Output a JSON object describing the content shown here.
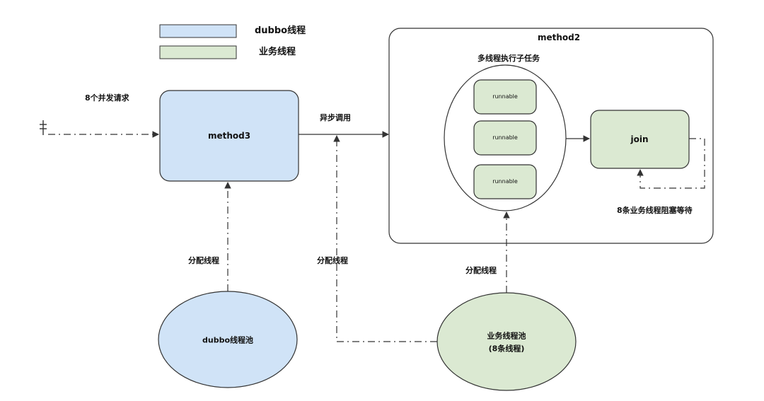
{
  "legend": {
    "dubbo_label": "dubbo线程",
    "biz_label": "业务线程"
  },
  "labels": {
    "concurrent_requests": "8个并发请求",
    "async_call": "异步调用",
    "assign_thread_left": "分配线程",
    "assign_thread_mid": "分配线程",
    "assign_thread_right": "分配线程",
    "multi_thread_subtasks": "多线程执行子任务",
    "wait_blocked": "8条业务线程阻塞等待"
  },
  "nodes": {
    "method3": "method3",
    "method2": "method2",
    "runnable_1": "runnable",
    "runnable_2": "runnable",
    "runnable_3": "runnable",
    "join": "join",
    "dubbo_pool": "dubbo线程池",
    "biz_pool_line1": "业务线程池",
    "biz_pool_line2": "(8条线程)"
  },
  "colors": {
    "dubbo_fill": "#d0e3f7",
    "biz_fill": "#dbe9d2",
    "stroke": "#333333"
  }
}
